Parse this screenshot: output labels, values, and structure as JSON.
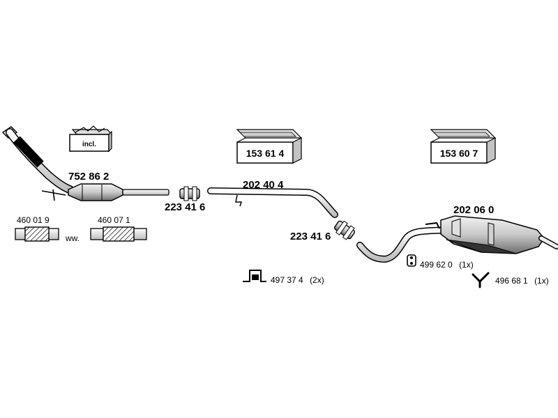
{
  "parts": {
    "catalytic_converter": {
      "number": "752 86 2"
    },
    "clamp_front": {
      "number": "223 41 6"
    },
    "middle_pipe": {
      "number": "202 40 4"
    },
    "clamp_rear": {
      "number": "223 41 6"
    },
    "rear_silencer": {
      "number": "202 06 0"
    },
    "rubber_mount": {
      "number": "499 62 0",
      "qty": "(1x)"
    },
    "hanger": {
      "number": "496 68 1",
      "qty": "(1x)"
    },
    "bracket": {
      "number": "497 37 4",
      "qty": "(2x)"
    },
    "flex_pipe_a": {
      "number": "460 01 9"
    },
    "flex_pipe_b": {
      "number": "460 07 1"
    },
    "alt_note": "ww."
  },
  "kits": {
    "kit_incl": {
      "label": "incl."
    },
    "kit_front": {
      "number": "153 61 4"
    },
    "kit_rear": {
      "number": "153 60 7"
    }
  }
}
